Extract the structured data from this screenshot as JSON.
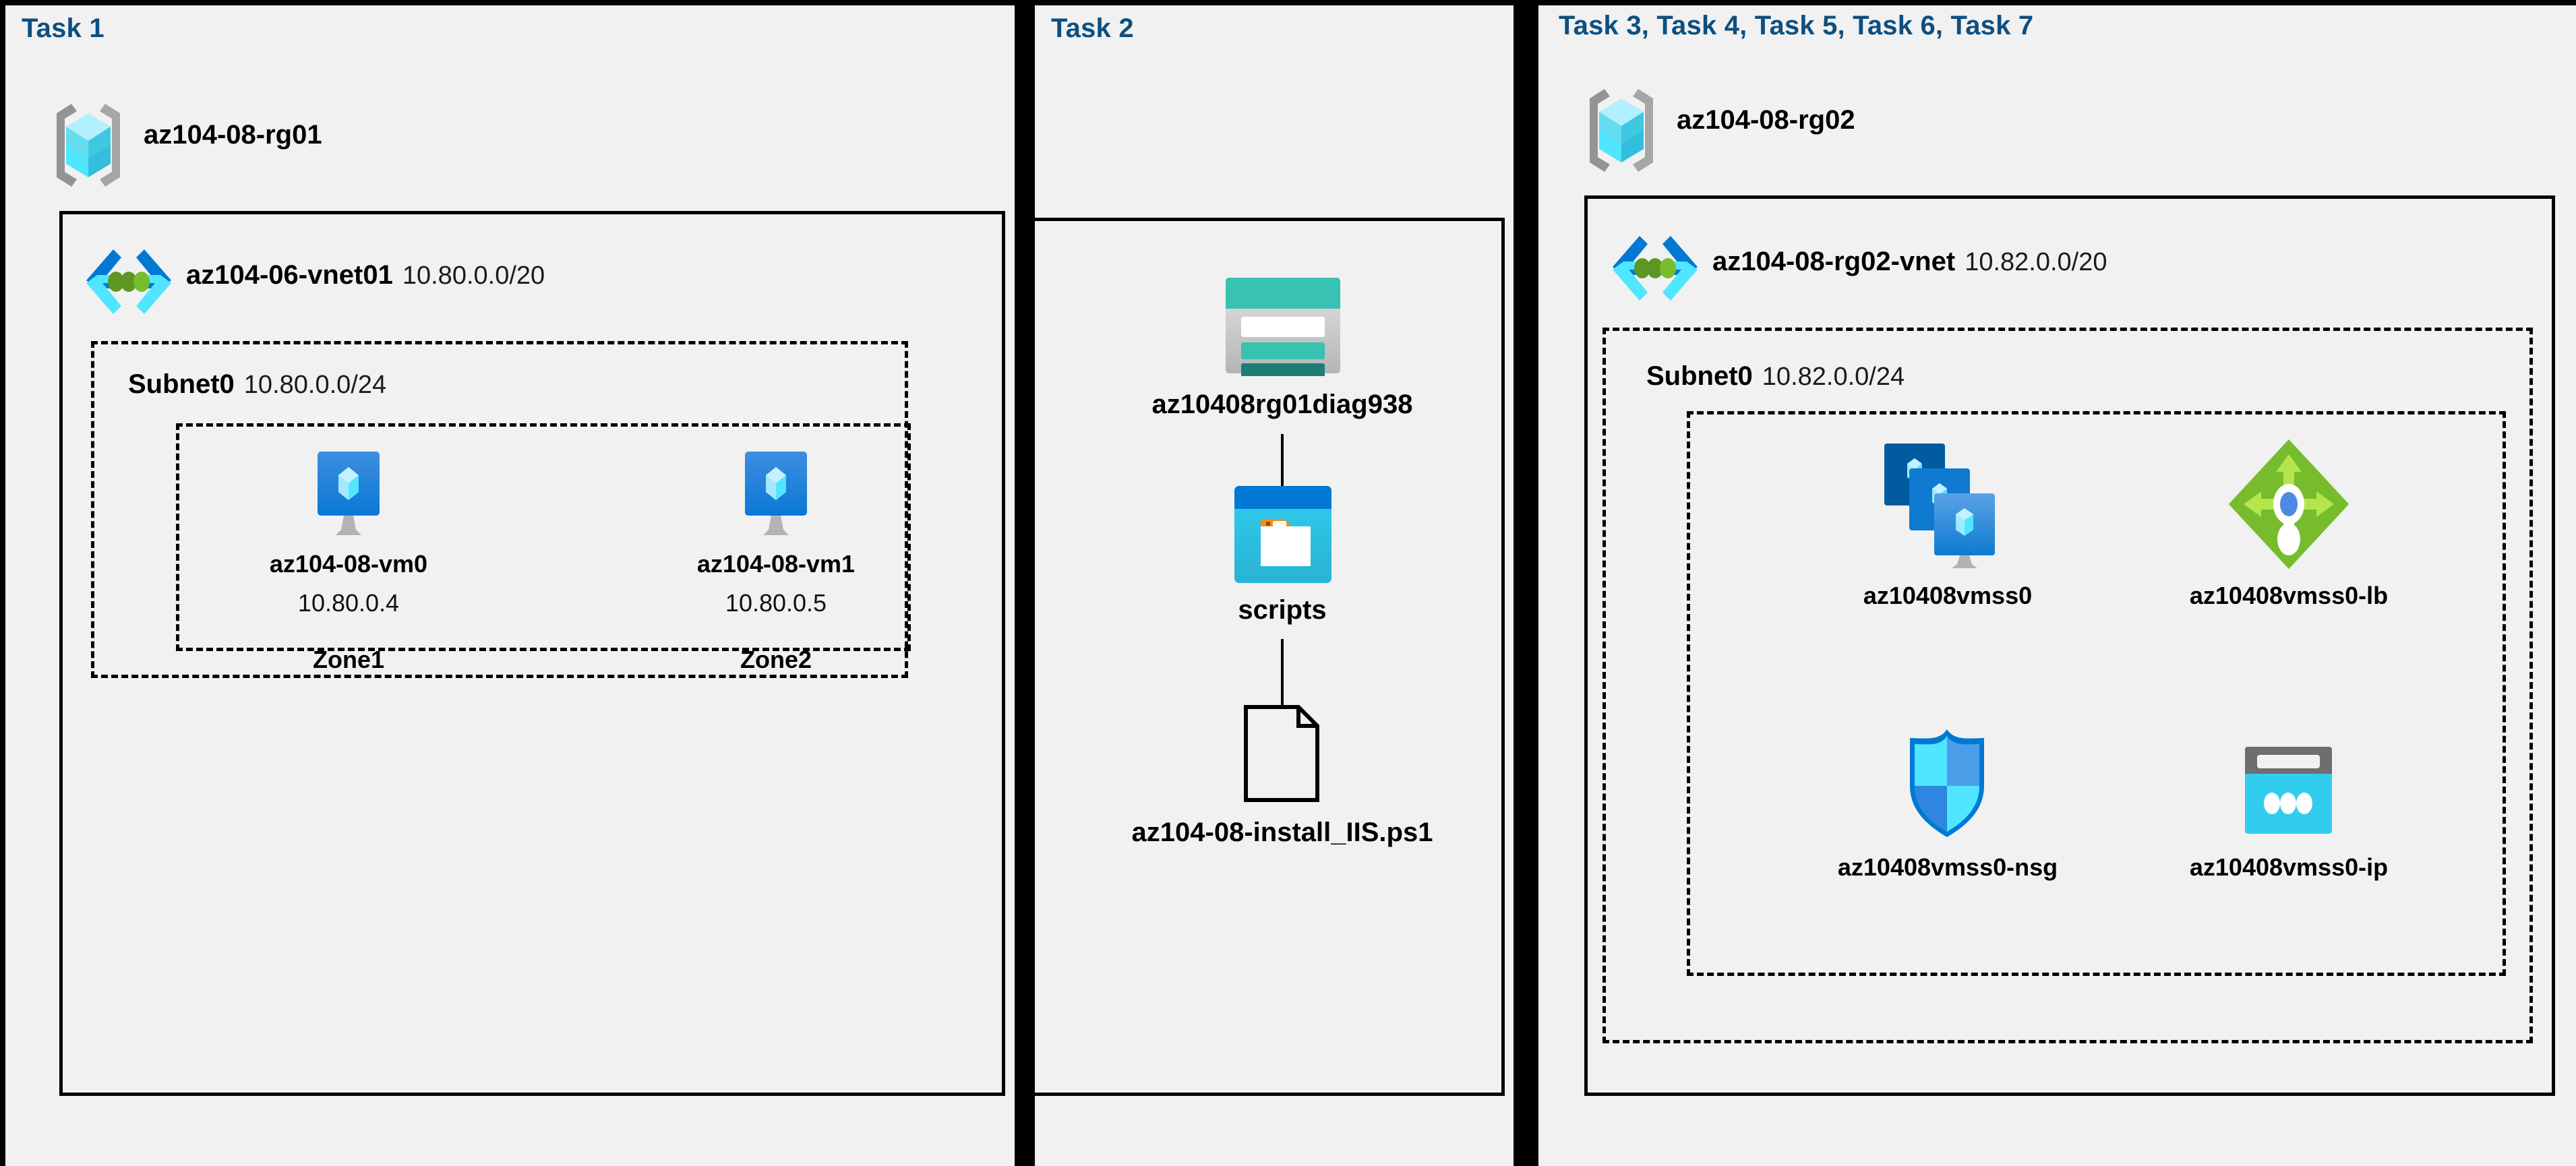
{
  "diagram": {
    "title": "Azure AZ-104-08 lab resource architecture",
    "background": "#f1f1f1",
    "accent_blue": "#0d4f80"
  },
  "columns": [
    {
      "id": "col1",
      "heading": "Task 1",
      "resource_group": {
        "name": "az104-08-rg01",
        "icon": "resource-group-icon"
      },
      "vnet": {
        "name": "az104-06-vnet01",
        "cidr": "10.80.0.0/20",
        "icon": "virtual-network-icon"
      },
      "subnet": {
        "name": "Subnet0",
        "cidr": "10.80.0.0/24"
      },
      "vms": [
        {
          "name": "az104-08-vm0",
          "ip": "10.80.0.4",
          "zone": "Zone1",
          "icon": "virtual-machine-icon"
        },
        {
          "name": "az104-08-vm1",
          "ip": "10.80.0.5",
          "zone": "Zone2",
          "icon": "virtual-machine-icon"
        }
      ]
    },
    {
      "id": "col2",
      "heading": "Task 2",
      "nodes": [
        {
          "name": "az10408rg01diag938",
          "icon": "storage-account-icon"
        },
        {
          "name": "scripts",
          "icon": "blob-container-icon"
        },
        {
          "name": "az104-08-install_IIS.ps1",
          "icon": "file-icon"
        }
      ]
    },
    {
      "id": "col3",
      "heading": "Task 3, Task 4, Task 5, Task 6, Task 7",
      "resource_group": {
        "name": "az104-08-rg02",
        "icon": "resource-group-icon"
      },
      "vnet": {
        "name": "az104-08-rg02-vnet",
        "cidr": "10.82.0.0/20",
        "icon": "virtual-network-icon"
      },
      "subnet": {
        "name": "Subnet0",
        "cidr": "10.82.0.0/24"
      },
      "resources": [
        {
          "name": "az10408vmss0",
          "icon": "vm-scale-set-icon"
        },
        {
          "name": "az10408vmss0-lb",
          "icon": "load-balancer-icon"
        },
        {
          "name": "az10408vmss0-nsg",
          "icon": "network-security-group-icon"
        },
        {
          "name": "az10408vmss0-ip",
          "icon": "public-ip-address-icon"
        }
      ]
    }
  ],
  "colors": {
    "heading_blue": "#0d4f80",
    "azure_blue": "#0078d4",
    "cyan": "#32bedd",
    "light_cyan": "#9cebff",
    "grey": "#949494",
    "green": "#7fba00",
    "teal": "#37c2b1",
    "teal_dark": "#1b7f76",
    "orange": "#f78d1e",
    "black": "#000000"
  }
}
